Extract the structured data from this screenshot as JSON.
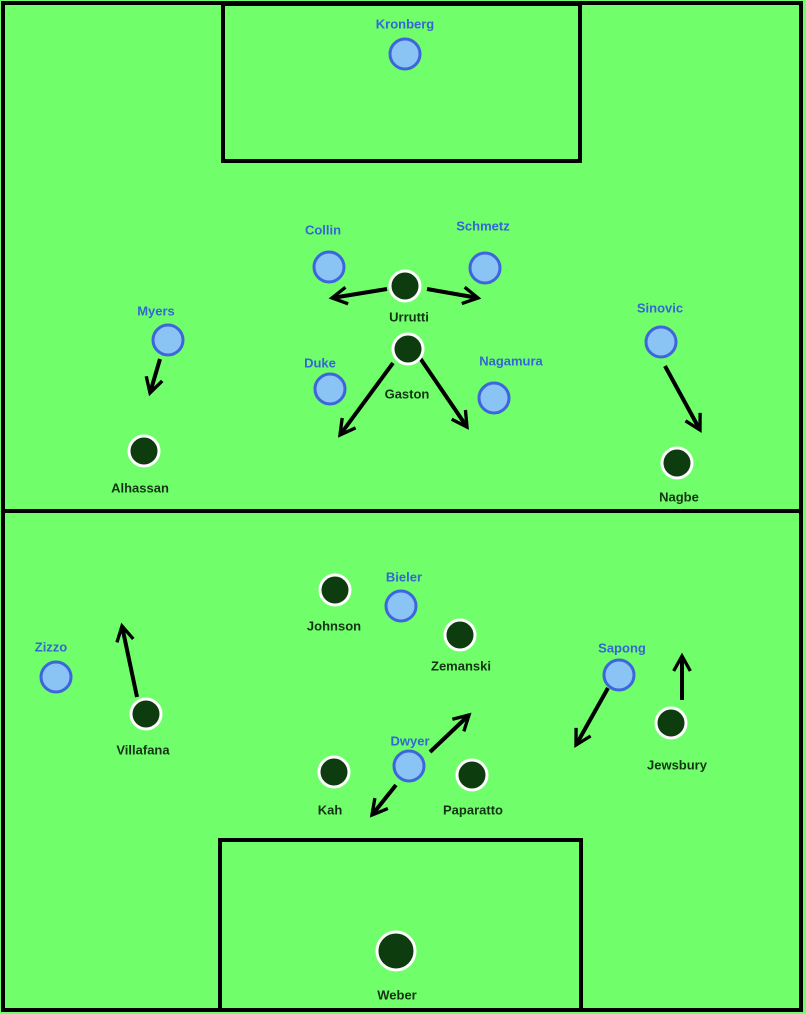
{
  "colors": {
    "pitch": "#70fe6b",
    "lines": "#000000",
    "away_fill": "#89c4f4",
    "away_ring": "#3f65dc",
    "away_label": "#3566d6",
    "home_fill": "#0d3d0e",
    "home_ring": "#ffffff",
    "home_label": "#143314",
    "arrow": "#000000"
  },
  "away_team": [
    {
      "name": "Kronberg"
    },
    {
      "name": "Collin"
    },
    {
      "name": "Schmetz"
    },
    {
      "name": "Myers"
    },
    {
      "name": "Sinovic"
    },
    {
      "name": "Duke"
    },
    {
      "name": "Nagamura"
    },
    {
      "name": "Bieler"
    },
    {
      "name": "Zizzo"
    },
    {
      "name": "Sapong"
    },
    {
      "name": "Dwyer"
    }
  ],
  "home_team": [
    {
      "name": "Urrutti"
    },
    {
      "name": "Gaston"
    },
    {
      "name": "Alhassan"
    },
    {
      "name": "Nagbe"
    },
    {
      "name": "Johnson"
    },
    {
      "name": "Zemanski"
    },
    {
      "name": "Villafana"
    },
    {
      "name": "Jewsbury"
    },
    {
      "name": "Kah"
    },
    {
      "name": "Paparatto"
    },
    {
      "name": "Weber"
    }
  ]
}
